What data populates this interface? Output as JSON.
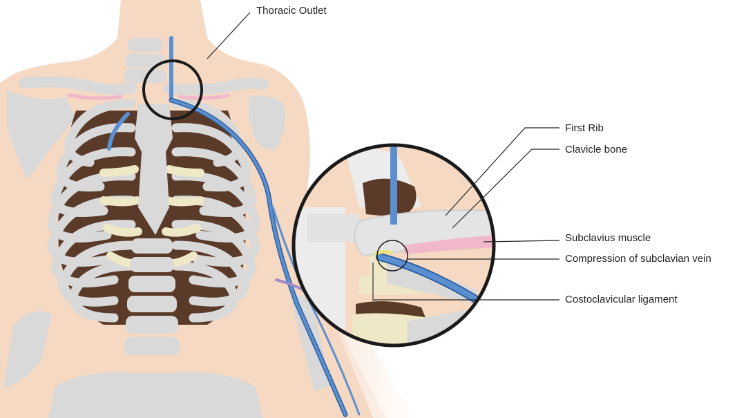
{
  "labels": {
    "thoracic_outlet": "Thoracic Outlet",
    "first_rib": "First Rib",
    "clavicle_bone": "Clavicle bone",
    "subclavius_muscle": "Subclavius muscle",
    "compression": "Compression of subclavian vein",
    "ligament": "Costoclavicular ligament"
  },
  "colors": {
    "skin": "#f5d9c2",
    "bone": "#d9d9d9",
    "bone_light": "#ececec",
    "cartilage": "#efe8c6",
    "cavity": "#5a3a28",
    "vein": "#5b8fd0",
    "vein_dark": "#2f5f9e",
    "muscle": "#f0b8c8",
    "ligament": "#e8e27a",
    "line": "#222222"
  }
}
